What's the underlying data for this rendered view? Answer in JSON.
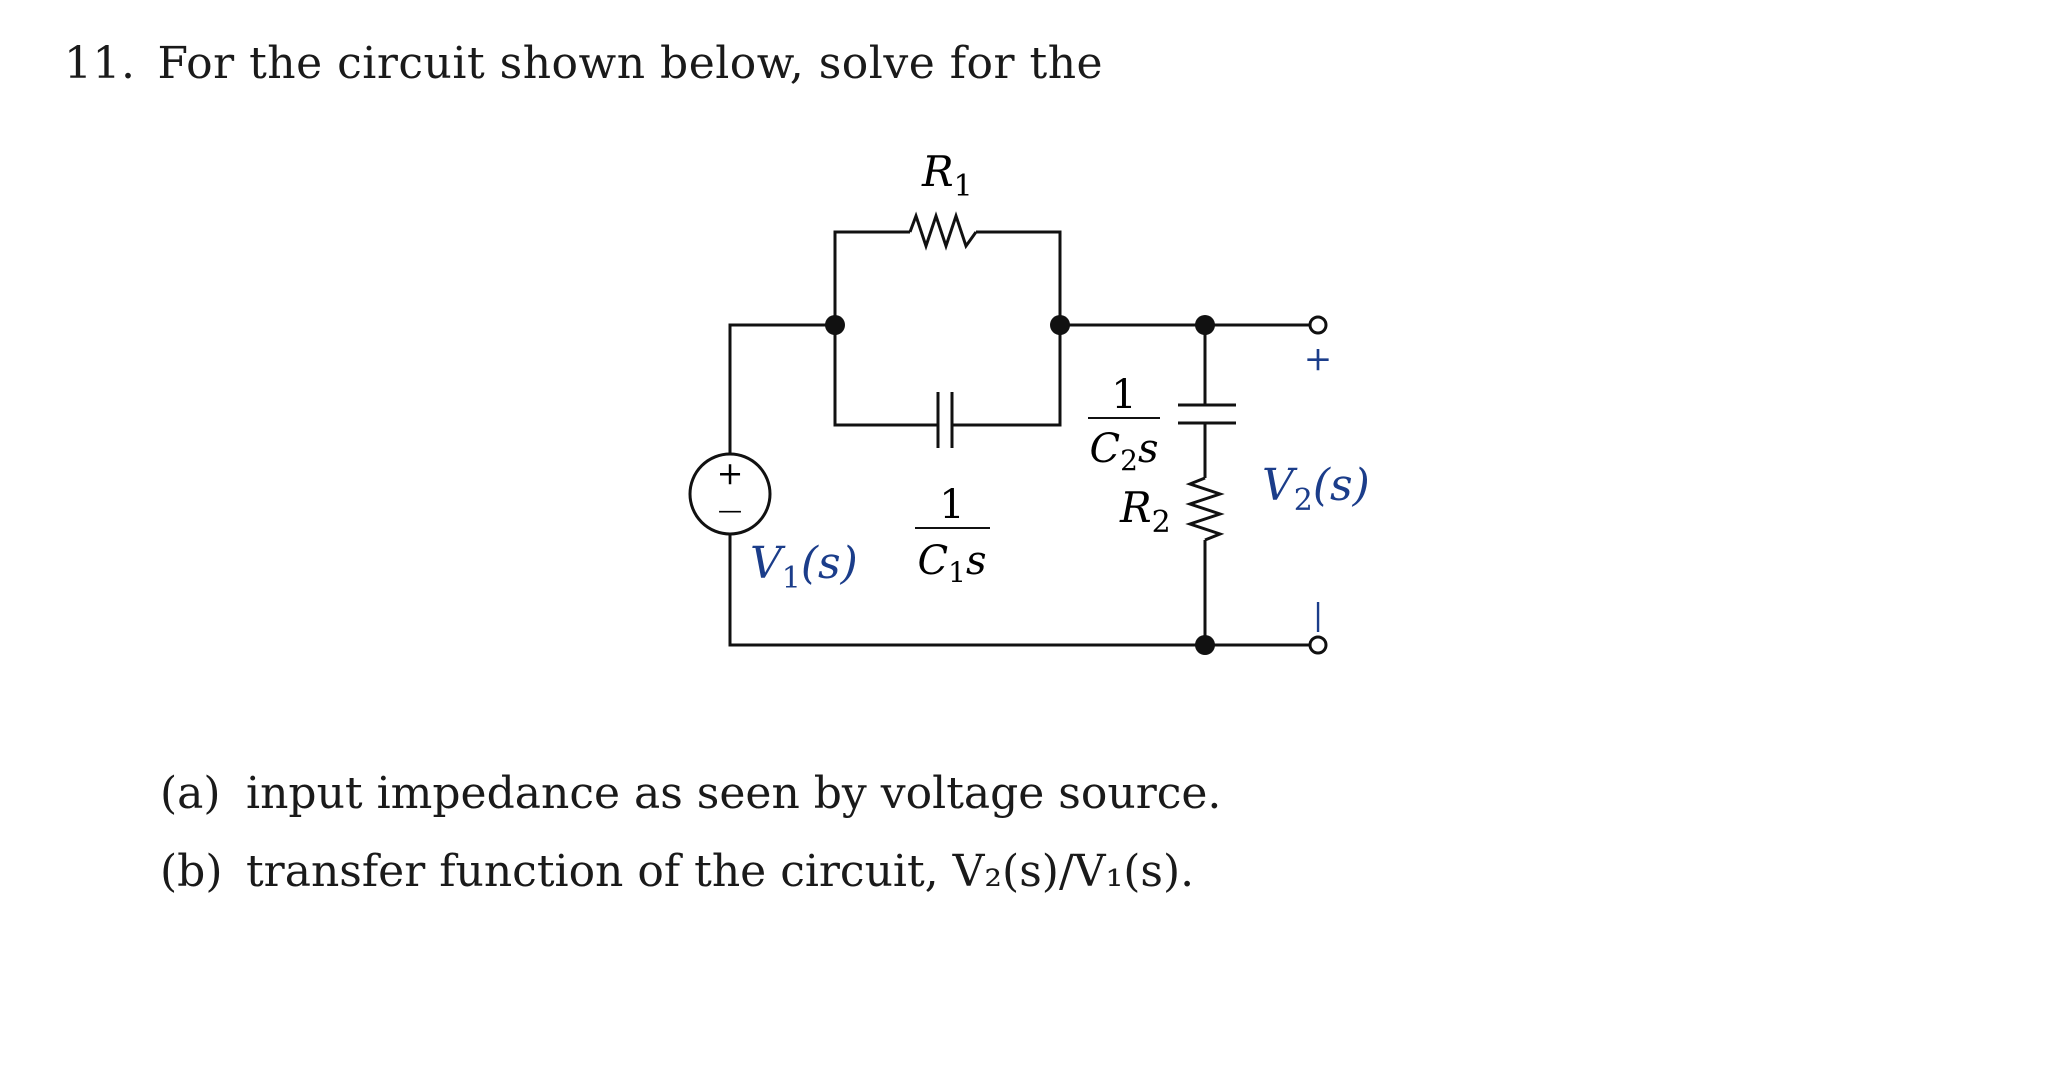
{
  "question": {
    "number": "11.",
    "text": "For the circuit shown below, solve for the"
  },
  "circuit": {
    "r1": {
      "base": "R",
      "sub": "1"
    },
    "r2": {
      "base": "R",
      "sub": "2"
    },
    "c1": {
      "num": "1",
      "den_base": "C",
      "den_sub": "1",
      "den_var": "s"
    },
    "c2": {
      "num": "1",
      "den_base": "C",
      "den_sub": "2",
      "den_var": "s"
    },
    "source": {
      "plus": "+",
      "minus": "—"
    },
    "v1": {
      "base": "V",
      "sub": "1",
      "arg": "(s)"
    },
    "v2": {
      "base": "V",
      "sub": "2",
      "arg": "(s)"
    },
    "out_plus": "+",
    "out_minus": "|",
    "label_color": "#1b3d8a"
  },
  "parts": [
    {
      "label": "(a)",
      "text": "input impedance as seen by voltage source."
    },
    {
      "label": "(b)",
      "text": "transfer function of the circuit, V₂(s)/V₁(s)."
    }
  ]
}
